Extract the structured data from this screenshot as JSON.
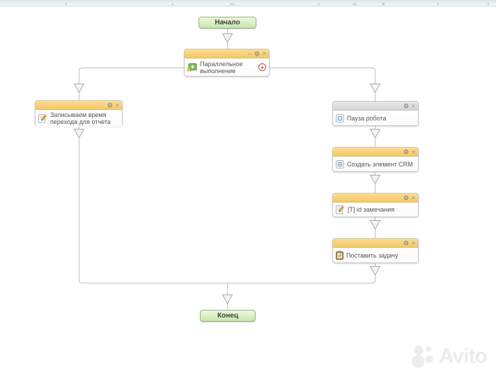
{
  "flow": {
    "start_label": "Начало",
    "end_label": "Конец",
    "parallel": {
      "label": "Параллельное выполнение",
      "icon": "parallel-execution-icon"
    },
    "left_branch": [
      {
        "label": "Записываем время перехода для отчета",
        "icon": "edit-document-icon",
        "header_style": "orange"
      }
    ],
    "right_branch": [
      {
        "label": "Пауза робота",
        "icon": "pause-icon",
        "header_style": "gray"
      },
      {
        "label": "Создать элемент CRM",
        "icon": "crm-element-icon",
        "header_style": "orange"
      },
      {
        "label": "[T] id замечания",
        "icon": "edit-document-icon",
        "header_style": "orange"
      },
      {
        "label": "Поставить задачу",
        "icon": "task-clipboard-icon",
        "header_style": "orange"
      }
    ]
  },
  "controls": {
    "minimize": "–",
    "close": "×",
    "add": "+"
  },
  "watermark": {
    "text": "Avito"
  },
  "colors": {
    "header_orange": "#f6cc72",
    "header_gray": "#dedede",
    "start_end_green": "#cde7b4",
    "connector": "#b9c0c8",
    "add_button_red": "#c0443e"
  }
}
